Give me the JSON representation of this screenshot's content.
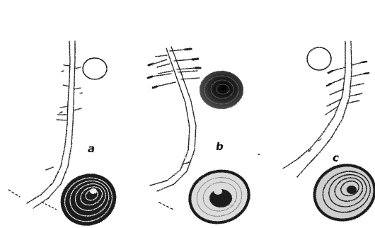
{
  "panels": [
    {
      "label": "a"
    },
    {
      "label": "b"
    },
    {
      "label": "c"
    }
  ],
  "colors": {
    "ink": "#1a1a1a",
    "paper": "#ffffff",
    "shade": "#2a2a2a"
  }
}
